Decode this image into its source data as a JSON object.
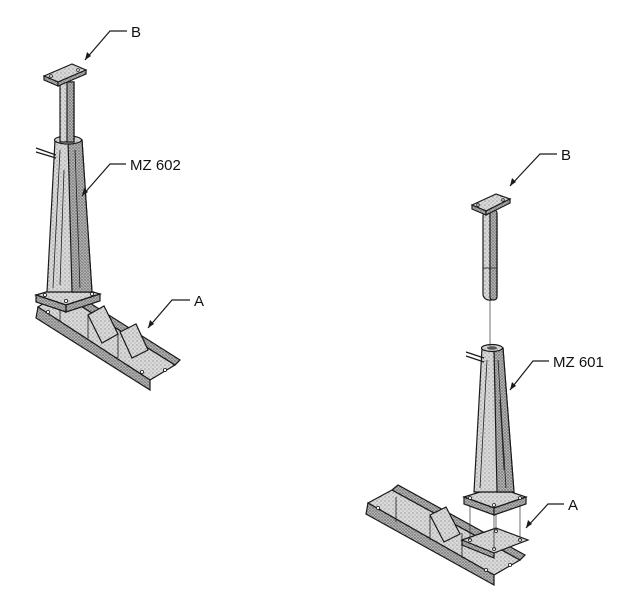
{
  "left_assembly": {
    "label_b": "B",
    "label_mz": "MZ 602",
    "label_a": "A"
  },
  "right_assembly": {
    "label_b": "B",
    "label_mz": "MZ 601",
    "label_a": "A"
  }
}
